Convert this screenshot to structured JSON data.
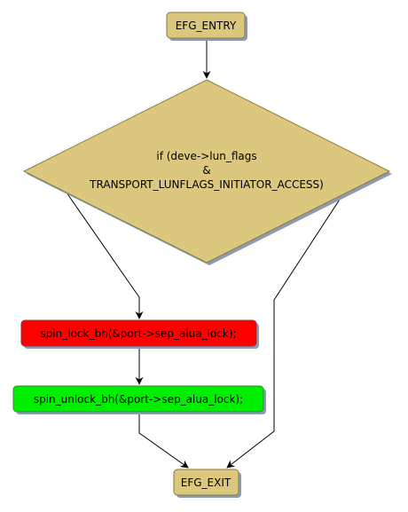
{
  "nodes": {
    "entry": {
      "label": "EFG_ENTRY"
    },
    "condition": {
      "line1": "if (deve->lun_flags",
      "line2": "&",
      "line3": "TRANSPORT_LUNFLAGS_INITIATOR_ACCESS)"
    },
    "lock": {
      "label": "spin_lock_bh(&port->sep_alua_lock);"
    },
    "unlock": {
      "label": "spin_unlock_bh(&port->sep_alua_lock);"
    },
    "exit": {
      "label": "EFG_EXIT"
    }
  },
  "colors": {
    "terminal_fill": "#dbc77e",
    "decision_fill": "#dbc77e",
    "lock_fill": "#ff0000",
    "unlock_fill": "#00ee00",
    "shadow": "#8a9bb8",
    "border": "#8a7a3a",
    "edge": "#000000"
  }
}
